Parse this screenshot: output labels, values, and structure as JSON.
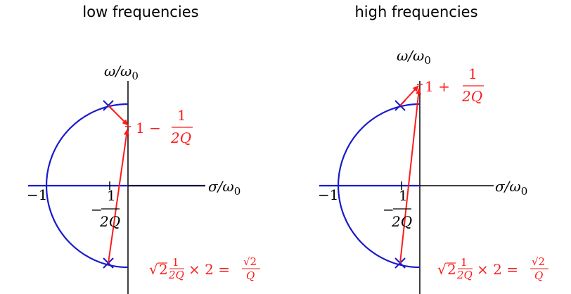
{
  "left_panel": {
    "title": "low frequencies",
    "y_axis_label": "ω/ω",
    "y_axis_sub": "0",
    "x_axis_label": "σ/ω",
    "x_axis_sub": "0",
    "tick_minus_one": "−1",
    "tick_sigma_num": "1",
    "tick_sigma_prefix": "−",
    "tick_sigma_den": "2Q",
    "freq_prefix": "1 −",
    "freq_num": "1",
    "freq_den": "2Q",
    "dist_label": {
      "sqrt": "√",
      "two": "2",
      "frac_num": "1",
      "frac_den": "2Q",
      "times": "× 2 =",
      "res_num": "√2",
      "res_den": "Q"
    }
  },
  "right_panel": {
    "title": "high frequencies",
    "y_axis_label": "ω/ω",
    "y_axis_sub": "0",
    "x_axis_label": "σ/ω",
    "x_axis_sub": "0",
    "tick_minus_one": "−1",
    "tick_sigma_num": "1",
    "tick_sigma_prefix": "−",
    "tick_sigma_den": "2Q",
    "freq_prefix": "1 +",
    "freq_num": "1",
    "freq_den": "2Q",
    "dist_label": {
      "sqrt": "√",
      "two": "2",
      "frac_num": "1",
      "frac_den": "2Q",
      "times": "× 2 =",
      "res_num": "√2",
      "res_den": "Q"
    }
  },
  "colors": {
    "curve": "#1a1acc",
    "vector": "#ff1a1a",
    "axis": "#000000"
  }
}
